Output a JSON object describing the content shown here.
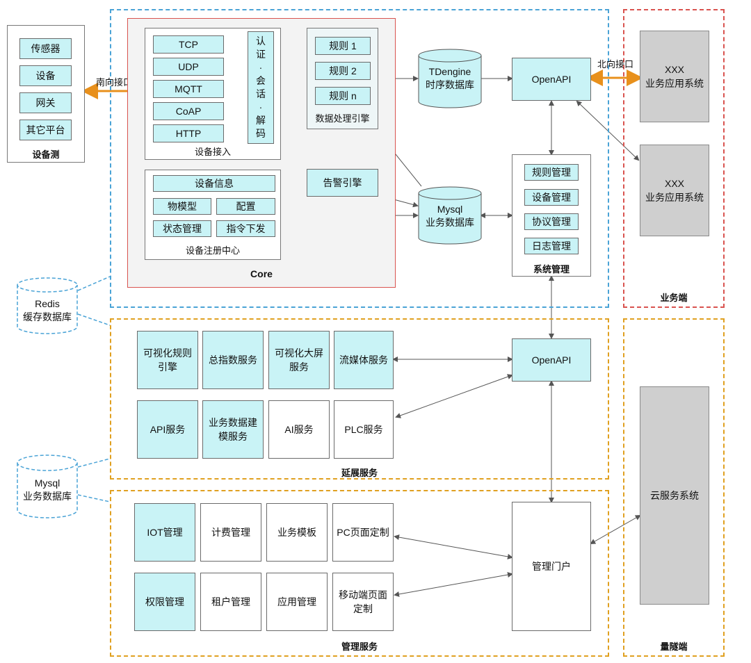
{
  "device_side": {
    "items": [
      "传感器",
      "设备",
      "网关",
      "其它平台"
    ],
    "title": "设备测"
  },
  "south_interface": "南向接口",
  "north_interface": "北向接口",
  "core": {
    "title": "Core",
    "protocols": [
      "TCP",
      "UDP",
      "MQTT",
      "CoAP",
      "HTTP"
    ],
    "auth_chars": [
      "认",
      "证",
      "·",
      "会",
      "话",
      "·",
      "解",
      "码"
    ],
    "device_access": "设备接入",
    "registry": {
      "title": "设备注册中心",
      "info": "设备信息",
      "model": "物模型",
      "config": "配置",
      "status": "状态管理",
      "command": "指令下发"
    },
    "rules": {
      "items": [
        "规则 1",
        "规则 2",
        "规则 n"
      ],
      "title": "数据处理引擎"
    },
    "alarm": "告警引擎"
  },
  "tdengine": {
    "line1": "TDengine",
    "line2": "时序数据库"
  },
  "mysql_main": {
    "line1": "Mysql",
    "line2": "业务数据库"
  },
  "openapi_top": "OpenAPI",
  "sys_mgmt": {
    "items": [
      "规则管理",
      "设备管理",
      "协议管理",
      "日志管理"
    ],
    "title": "系统管理"
  },
  "biz_end": {
    "systems": [
      {
        "line1": "XXX",
        "line2": "业务应用系统"
      },
      {
        "line1": "XXX",
        "line2": "业务应用系统"
      }
    ],
    "title": "业务端"
  },
  "redis": {
    "line1": "Redis",
    "line2": "缓存数据库"
  },
  "mysql_side": {
    "line1": "Mysql",
    "line2": "业务数据库"
  },
  "ext": {
    "title": "延展服务",
    "row1": [
      {
        "line1": "可视化规则",
        "line2": "引擎"
      },
      {
        "line1": "总指数服务",
        "line2": ""
      },
      {
        "line1": "可视化大屏",
        "line2": "服务"
      },
      {
        "line1": "流媒体服务",
        "line2": ""
      }
    ],
    "row2": [
      {
        "line1": "API服务",
        "line2": ""
      },
      {
        "line1": "业务数据建",
        "line2": "模服务"
      },
      {
        "line1": "AI服务",
        "line2": ""
      },
      {
        "line1": "PLC服务",
        "line2": ""
      }
    ],
    "openapi": "OpenAPI"
  },
  "mgmt": {
    "title": "管理服务",
    "row1": [
      {
        "line1": "IOT管理",
        "line2": ""
      },
      {
        "line1": "计费管理",
        "line2": ""
      },
      {
        "line1": "业务模板",
        "line2": ""
      },
      {
        "line1": "PC页面定制",
        "line2": ""
      }
    ],
    "row2": [
      {
        "line1": "权限管理",
        "line2": ""
      },
      {
        "line1": "租户管理",
        "line2": ""
      },
      {
        "line1": "应用管理",
        "line2": ""
      },
      {
        "line1": "移动端页面",
        "line2": "定制"
      }
    ],
    "portal": "管理门户"
  },
  "cloud": {
    "system": "云服务系统",
    "title": "量隧端"
  }
}
